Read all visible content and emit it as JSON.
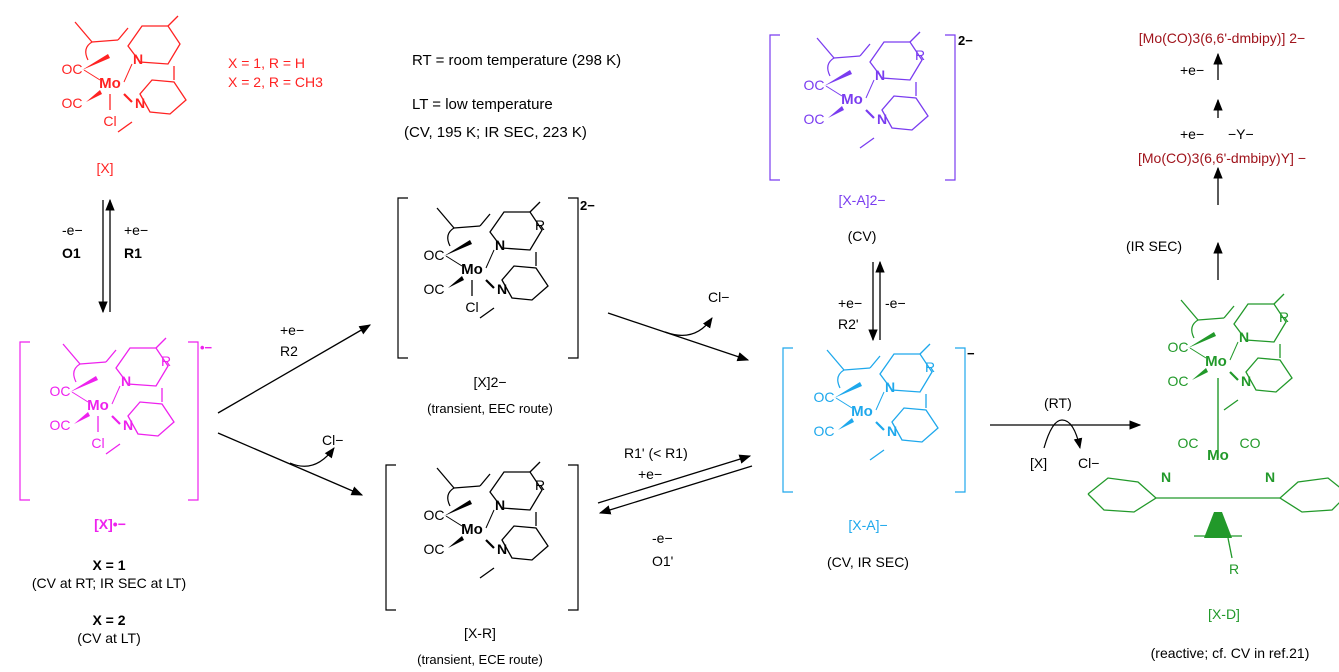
{
  "colors": {
    "neutral": "#ff2222",
    "radical_anion": "#ee22ee",
    "anion_a": "#1ea8ec",
    "dianion_a": "#7a3cf0",
    "dimer": "#22992a",
    "product": "#a0141c",
    "black": "#000000"
  },
  "legend": {
    "x1": "X = 1, R = H",
    "x2": "X = 2, R = CH3",
    "rt": "RT = room temperature (298 K)",
    "lt": "LT = low temperature",
    "lt_detail": "(CV, 195 K; IR SEC, 223 K)"
  },
  "atoms": {
    "co": "OC",
    "mo": "Mo",
    "n": "N",
    "cl": "Cl",
    "r": "R",
    "co2": "CO"
  },
  "species": {
    "x": {
      "label": "[X]"
    },
    "x_radical": {
      "label": "[X]•−",
      "charge": "•−",
      "note1_head": "X = 1",
      "note1": "(CV at RT; IR SEC at LT)",
      "note2_head": "X = 2",
      "note2": "(CV at LT)"
    },
    "x_dianion": {
      "label": "[X]2−",
      "charge": "2−",
      "note": "(transient, EEC route)"
    },
    "x_r": {
      "label": "[X-R]",
      "note": "(transient, ECE route)"
    },
    "x_a": {
      "label": "[X-A]−",
      "charge": "−",
      "note": "(CV, IR SEC)"
    },
    "x_a2": {
      "label": "[X-A]2−",
      "charge": "2−",
      "note": "(CV)"
    },
    "x_d": {
      "label": "[X-D]",
      "note": "(reactive; cf. CV in ref.21)"
    }
  },
  "arrows": {
    "o1_top": "-e−",
    "o1_bottom": "O1",
    "r1_top": "+e−",
    "r1_bottom": "R1",
    "r2_top": "+e−",
    "r2_bottom": "R2",
    "cl_loss": "Cl−",
    "r1p_top": "R1' (< R1)",
    "r1p_bottom": "+e−",
    "o1p_top": "-e−",
    "o1p_bottom": "O1'",
    "r2p_left": "+e−",
    "r2p_label": "R2'",
    "o2p_right": "-e−",
    "rt": "(RT)",
    "x_reagent": "[X]",
    "ir_sec": "(IR SEC)",
    "plus_e_1": "+e−",
    "plus_e_2": "+e−",
    "minus_y": "−Y−"
  },
  "products": {
    "mo_y": "[Mo(CO)3(6,6'-dmbipy)Y] −",
    "mo_dianion": "[Mo(CO)3(6,6'-dmbipy)] 2−"
  }
}
